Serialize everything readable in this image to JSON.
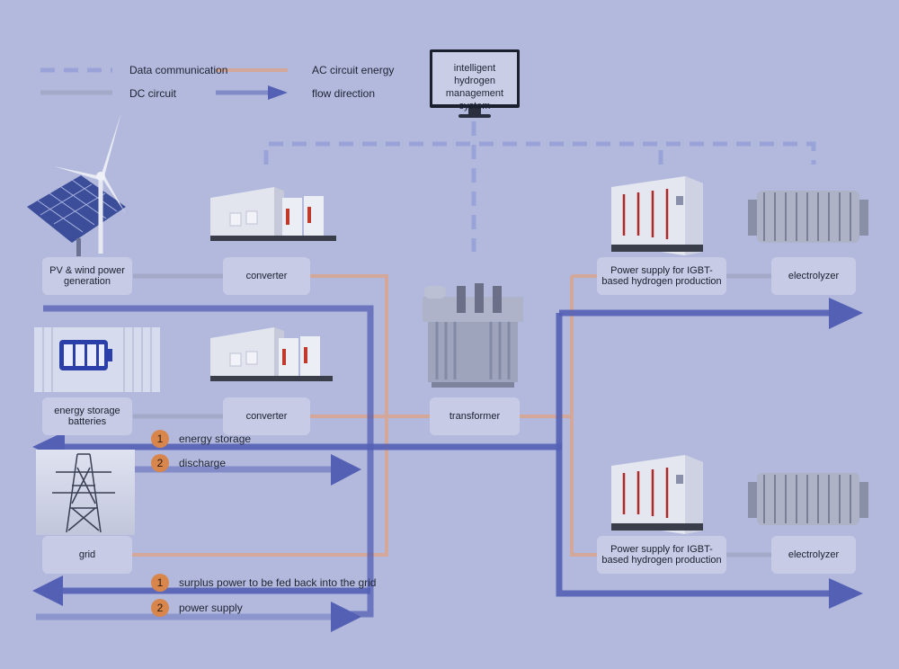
{
  "legend": {
    "data_communication": "Data communication",
    "ac_circuit": "AC circuit energy",
    "dc_circuit": "DC circuit",
    "flow_direction": "flow direction"
  },
  "monitor": {
    "label": "intelligent hydrogen management system"
  },
  "nodes": {
    "pv_wind": "PV & wind power generation",
    "converter_top": "converter",
    "energy_storage": "energy storage batteries",
    "converter_mid": "converter",
    "transformer": "transformer",
    "grid": "grid",
    "power_supply_top": "Power supply for IGBT-based hydrogen production",
    "electrolyzer_top": "electrolyzer",
    "power_supply_bottom": "Power supply for IGBT-based hydrogen production",
    "electrolyzer_bottom": "electrolyzer"
  },
  "flows": {
    "energy_storage": {
      "num": "1",
      "text": "energy storage"
    },
    "discharge": {
      "num": "2",
      "text": "discharge"
    },
    "surplus": {
      "num": "1",
      "text": "surplus power to be fed back into the grid"
    },
    "power_supply": {
      "num": "2",
      "text": "power supply"
    }
  },
  "colors": {
    "background": "#b3b9dd",
    "data_line": "#9aa3d8",
    "ac_line": "#d3a89a",
    "dc_line": "#a3a9c6",
    "flow_arrow": "#5360b4",
    "badge": "#d8864c"
  },
  "icons": {
    "pv_wind": "solar-panel-wind-turbine-icon",
    "converter": "power-converter-cabinet-icon",
    "battery": "battery-storage-container-icon",
    "transformer": "transformer-icon",
    "grid": "transmission-tower-icon",
    "power_supply": "power-supply-cabinet-icon",
    "electrolyzer": "electrolyzer-stack-icon",
    "monitor": "monitor-icon"
  }
}
